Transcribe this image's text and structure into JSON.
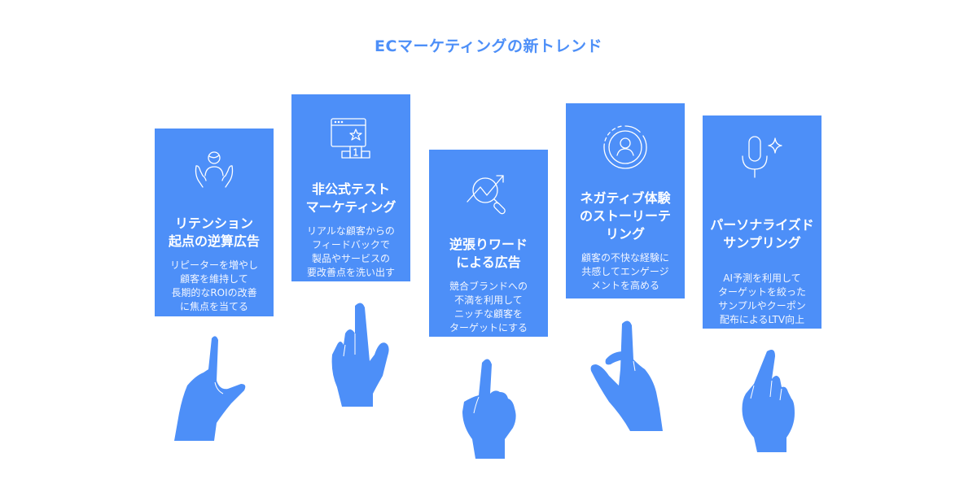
{
  "title": "ECマーケティングの新トレンド",
  "colors": {
    "accent": "#4d8ff8",
    "card_bg": "#4d8ff8",
    "text_on_card": "#ffffff"
  },
  "cards": [
    {
      "icon": "hands-holding-person-icon",
      "heading": "リテンション\n起点の逆算広告",
      "description": "リピーターを増やし\n顧客を維持して\n長期的なROIの改善\nに焦点を当てる"
    },
    {
      "icon": "browser-star-podium-icon",
      "heading": "非公式テスト\nマーケティング",
      "description": "リアルな顧客からの\nフィードバックで\n製品やサービスの\n要改善点を洗い出す"
    },
    {
      "icon": "search-trend-arrow-icon",
      "heading": "逆張りワード\nによる広告",
      "description": "競合ブランドへの\n不満を利用して\nニッチな顧客を\nターゲットにする"
    },
    {
      "icon": "user-circle-rings-icon",
      "heading": "ネガティブ体験\nのストーリーテ\nリング",
      "description": "顧客の不快な経験に\n共感してエンゲージ\nメントを高める"
    },
    {
      "icon": "microphone-sparkle-icon",
      "heading": "パーソナライズド\nサンプリング",
      "description": "AI予測を利用して\nターゲットを絞った\nサンプルやクーポン\n配布によるLTV向上"
    }
  ]
}
